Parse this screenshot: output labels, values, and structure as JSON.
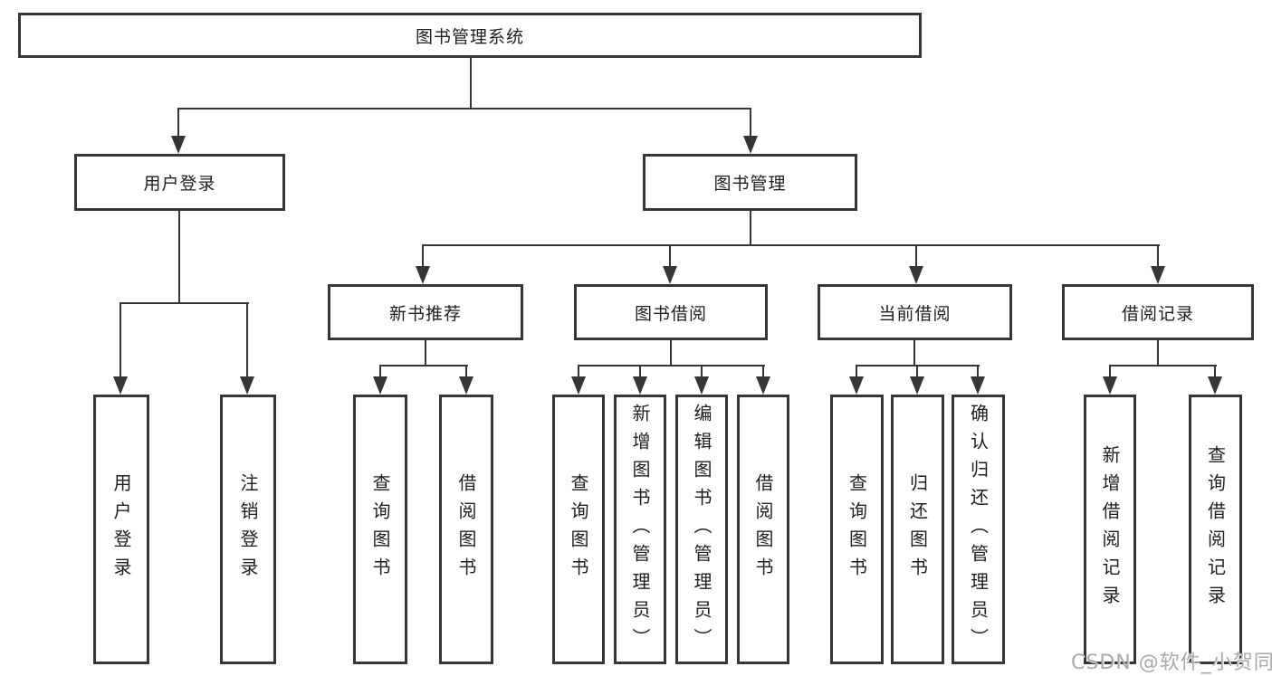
{
  "tree": {
    "root": "图书管理系统",
    "children": [
      {
        "label": "用户登录",
        "children": [
          "用户登录",
          "注销登录"
        ]
      },
      {
        "label": "图书管理",
        "children": [
          {
            "label": "新书推荐",
            "children": [
              "查询图书",
              "借阅图书"
            ]
          },
          {
            "label": "图书借阅",
            "children": [
              "查询图书",
              "新增图书（管理员）",
              "编辑图书（管理员）",
              "借阅图书"
            ]
          },
          {
            "label": "当前借阅",
            "children": [
              "查询图书",
              "归还图书",
              "确认归还（管理员）"
            ]
          },
          {
            "label": "借阅记录",
            "children": [
              "新增借阅记录",
              "查询借阅记录"
            ]
          }
        ]
      }
    ]
  },
  "watermark": "CSDN @软件_小贺同学",
  "colors": {
    "line": "#363636",
    "text": "#1e1e1e",
    "watermark": "#a9a9a9",
    "background": "#ffffff"
  }
}
